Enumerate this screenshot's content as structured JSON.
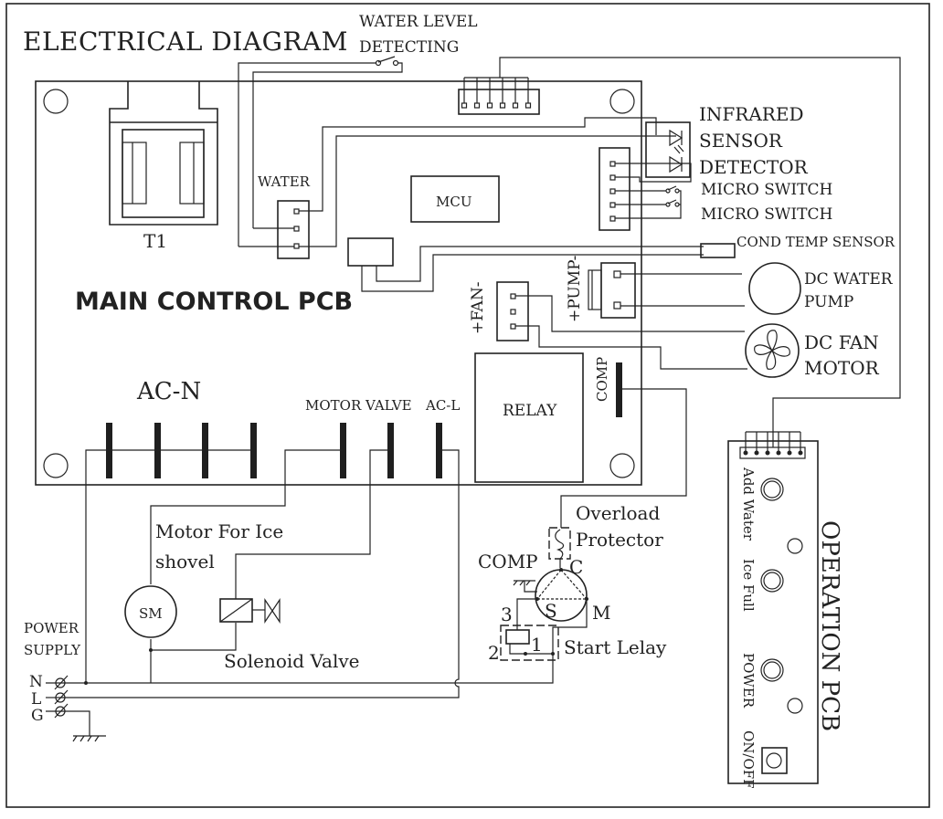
{
  "title": "ELECTRICAL DIAGRAM",
  "water_level": {
    "line1": "WATER LEVEL",
    "line2": "DETECTING"
  },
  "main_pcb": {
    "label": "MAIN CONTROL PCB",
    "transformer": "T1",
    "mcu": "MCU",
    "water_connector": "WATER",
    "fan_connector": "+FAN-",
    "pump_connector": "+PUMP-",
    "relay": "RELAY",
    "comp_terminal": "COMP",
    "ac_n": "AC-N",
    "motor_terminal": "MOTOR",
    "valve_terminal": "VALVE",
    "ac_l": "AC-L"
  },
  "sensors": {
    "infrared": [
      "INFRARED",
      "SENSOR",
      "DETECTOR"
    ],
    "micro_switch_1": "MICRO SWITCH",
    "micro_switch_2": "MICRO SWITCH",
    "cond_temp": "COND TEMP SENSOR"
  },
  "loads": {
    "pump": [
      "DC WATER",
      "PUMP"
    ],
    "fan": [
      "DC FAN",
      "MOTOR"
    ],
    "ice_motor": [
      "Motor For Ice",
      "shovel"
    ],
    "sm": "SM",
    "solenoid": "Solenoid Valve"
  },
  "compressor": {
    "overload": [
      "Overload",
      "Protector"
    ],
    "comp": "COMP",
    "c": "C",
    "s": "S",
    "m": "M",
    "pin3": "3",
    "pin2": "2",
    "pin1": "1",
    "start_relay": "Start Lelay"
  },
  "power": {
    "label": [
      "POWER",
      "SUPPLY"
    ],
    "n": "N",
    "l": "L",
    "g": "G"
  },
  "operation_pcb": {
    "label": "OPERATION PCB",
    "add_water": "Add Water",
    "ice_full": "Ice Full",
    "power": "POWER",
    "on_off": "ON/OFF"
  }
}
